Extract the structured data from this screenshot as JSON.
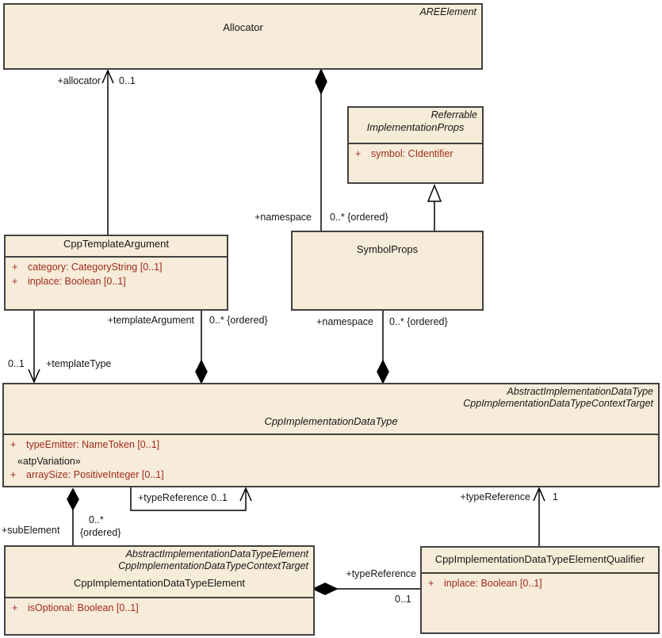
{
  "diagram": {
    "type": "uml-class-diagram",
    "colors": {
      "box_fill": "#f7ecd9",
      "box_border": "#41413f",
      "attribute_text": "#9e2a1e",
      "line": "#000000",
      "background": "#ffffff"
    },
    "classes": [
      {
        "id": "allocator",
        "name": "Allocator",
        "abstract": false,
        "supertypes": [
          "AREElement"
        ],
        "attributes": []
      },
      {
        "id": "implementation-props",
        "name": "ImplementationProps",
        "abstract": true,
        "supertypes": [
          "Referrable"
        ],
        "attributes": [
          {
            "visibility": "+",
            "text": "symbol: CIdentifier"
          }
        ]
      },
      {
        "id": "cpp-template-argument",
        "name": "CppTemplateArgument",
        "abstract": false,
        "supertypes": [],
        "attributes": [
          {
            "visibility": "+",
            "text": "category: CategoryString [0..1]"
          },
          {
            "visibility": "+",
            "text": "inplace: Boolean [0..1]"
          }
        ]
      },
      {
        "id": "symbol-props",
        "name": "SymbolProps",
        "abstract": false,
        "supertypes": [],
        "attributes": []
      },
      {
        "id": "cpp-implementation-data-type",
        "name": "CppImplementationDataType",
        "abstract": true,
        "supertypes": [
          "AbstractImplementationDataType",
          "CppImplementationDataTypeContextTarget"
        ],
        "attributes": [
          {
            "visibility": "+",
            "text": "typeEmitter: NameToken [0..1]"
          },
          {
            "visibility": "",
            "text": "«atpVariation»",
            "stereotype_row": true
          },
          {
            "visibility": "+",
            "text": "arraySize: PositiveInteger [0..1]"
          }
        ]
      },
      {
        "id": "cpp-implementation-data-type-element",
        "name": "CppImplementationDataTypeElement",
        "abstract": false,
        "supertypes": [
          "AbstractImplementationDataTypeElement",
          "CppImplementationDataTypeContextTarget"
        ],
        "attributes": [
          {
            "visibility": "+",
            "text": "isOptional: Boolean [0..1]"
          }
        ]
      },
      {
        "id": "cpp-implementation-data-type-element-qualifier",
        "name": "CppImplementationDataTypeElementQualifier",
        "abstract": false,
        "supertypes": [],
        "attributes": [
          {
            "visibility": "+",
            "text": "inplace: Boolean [0..1]"
          }
        ]
      }
    ],
    "edges": {
      "allocator_assoc": {
        "type": "association",
        "from": "CppTemplateArgument",
        "to": "Allocator",
        "role": "+allocator",
        "multiplicity": "0..1"
      },
      "allocator_namespace": {
        "type": "composition",
        "from": "Allocator",
        "to": "SymbolProps",
        "role": "+namespace",
        "multiplicity": "0..* {ordered}"
      },
      "symbolprops_generalization": {
        "type": "generalization",
        "from": "SymbolProps",
        "to": "ImplementationProps"
      },
      "template_type": {
        "type": "association",
        "from": "CppTemplateArgument",
        "to": "CppImplementationDataType",
        "multiplicity": "0..1",
        "role": "+templateType"
      },
      "template_argument": {
        "type": "composition",
        "from": "CppImplementationDataType",
        "to": "CppTemplateArgument",
        "role": "+templateArgument",
        "multiplicity": "0..* {ordered}"
      },
      "symbol_namespace": {
        "type": "composition",
        "from": "CppImplementationDataType",
        "to": "SymbolProps",
        "role": "+namespace",
        "multiplicity": "0..* {ordered}"
      },
      "sub_element": {
        "type": "composition",
        "from": "CppImplementationDataType",
        "to": "CppImplementationDataTypeElement",
        "role": "+subElement",
        "multiplicity": "0..*",
        "constraint": "{ordered}"
      },
      "self_type_reference": {
        "type": "association",
        "from": "CppImplementationDataType",
        "to": "CppImplementationDataType",
        "label": "+typeReference 0..1"
      },
      "qualifier_type_reference": {
        "type": "association",
        "from": "CppImplementationDataTypeElementQualifier",
        "to": "CppImplementationDataType",
        "role": "+typeReference",
        "multiplicity": "1"
      },
      "element_type_reference": {
        "type": "composition",
        "from": "CppImplementationDataTypeElement",
        "to": "CppImplementationDataTypeElementQualifier",
        "role": "+typeReference",
        "multiplicity": "0..1"
      }
    }
  }
}
